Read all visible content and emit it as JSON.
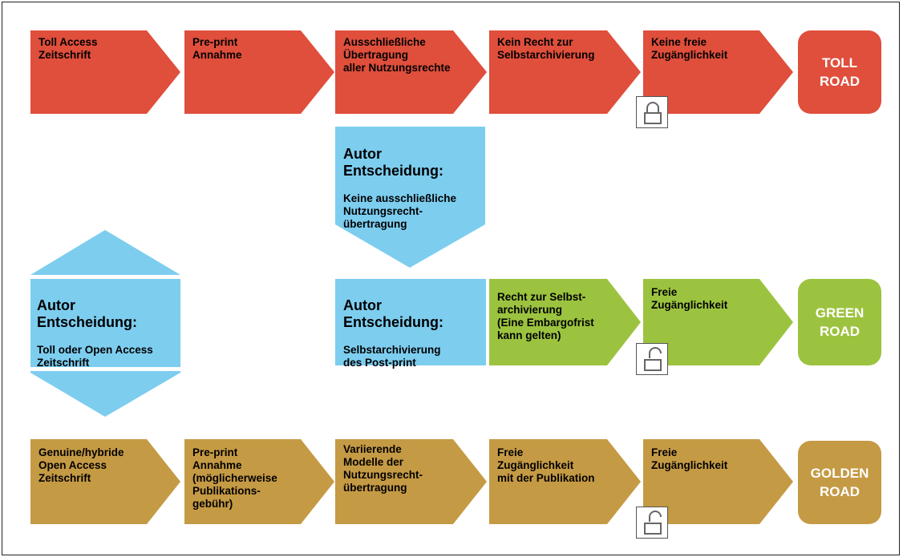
{
  "colors": {
    "toll": "#e04e3c",
    "green": "#9cc33f",
    "gold": "#c59a44",
    "decision": "#7dcdef"
  },
  "toll_row": {
    "steps": [
      "Toll Access\nZeitschrift",
      "Pre-print\nAnnahme",
      "Ausschließliche\nÜbertragung\naller Nutzungsrechte",
      "Kein Recht zur\nSelbstarchivierung",
      "Keine freie\nZugänglichkeit"
    ],
    "road": "TOLL\nROAD",
    "lock": "closed-lock-icon"
  },
  "decision_mid": {
    "heading": "Autor\nEntscheidung:",
    "text": "Keine ausschließliche\nNutzungsrecht-\nübertragung"
  },
  "decision_left": {
    "heading": "Autor\nEntscheidung:",
    "text": "Toll oder Open Access\nZeitschrift"
  },
  "green_row": {
    "decision_heading": "Autor\nEntscheidung:",
    "decision_text": "Selbstarchivierung\ndes Post-print",
    "steps": [
      "Recht zur Selbst-\narchivierung\n(Eine Embargofrist\nkann gelten)",
      "Freie\nZugänglichkeit"
    ],
    "road": "GREEN\nROAD",
    "lock": "open-lock-icon"
  },
  "gold_row": {
    "steps": [
      "Genuine/hybride\nOpen Access\nZeitschrift",
      "Pre-print\nAnnahme\n(möglicherweise\nPublikations-\ngebühr)",
      "Variierende\nModelle der\nNutzungsrecht-\nübertragung",
      "Freie\nZugänglichkeit\nmit der Publikation",
      "Freie\nZugänglichkeit"
    ],
    "road": "GOLDEN\nROAD",
    "lock": "open-lock-icon"
  }
}
